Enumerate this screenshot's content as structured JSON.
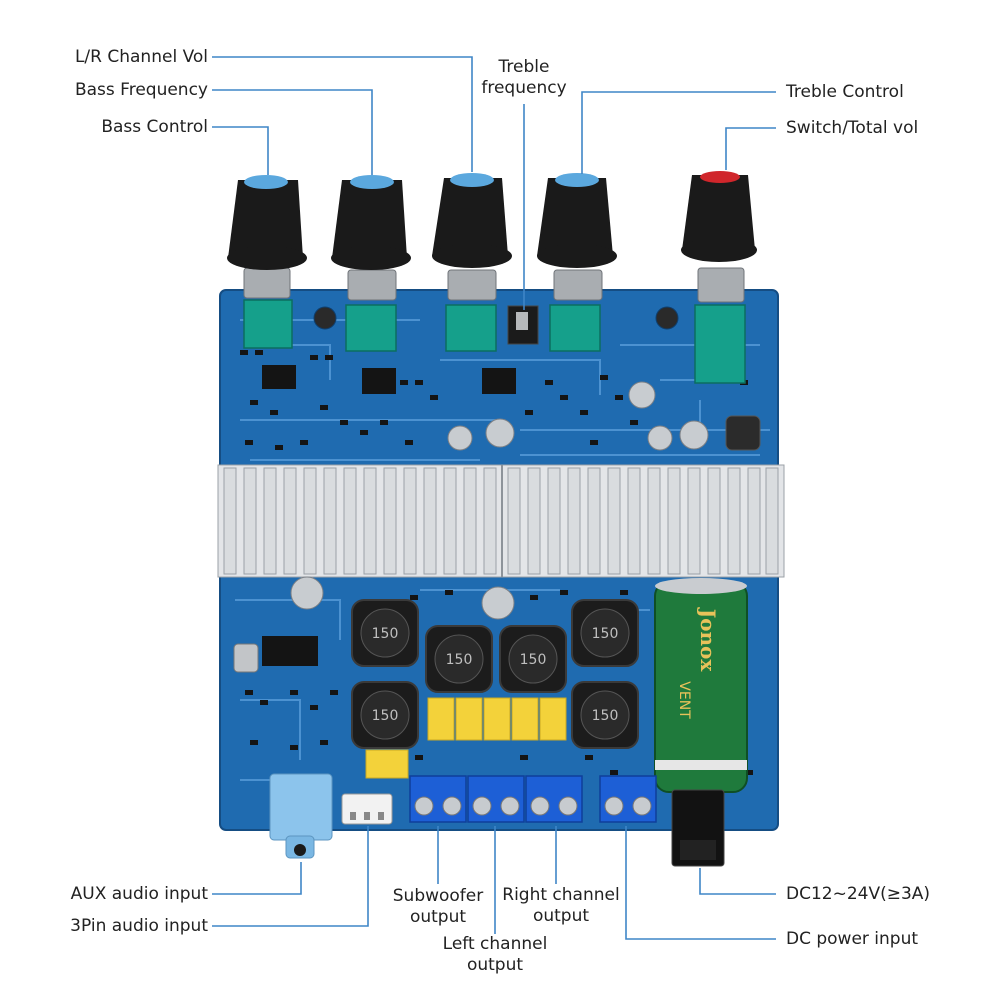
{
  "labels": {
    "lr_channel_vol": "L/R Channel Vol",
    "bass_frequency": "Bass Frequency",
    "bass_control": "Bass Control",
    "treble_frequency_line1": "Treble",
    "treble_frequency_line2": "frequency",
    "treble_control": "Treble Control",
    "switch_total_vol": "Switch/Total vol",
    "aux_audio_input": "AUX audio input",
    "three_pin_audio_input": "3Pin audio input",
    "subwoofer_output_line1": "Subwoofer",
    "subwoofer_output_line2": "output",
    "left_channel_output_line1": "Left channel",
    "left_channel_output_line2": "output",
    "right_channel_output_line1": "Right channel",
    "right_channel_output_line2": "output",
    "dc_voltage": "DC12~24V(≥3A)",
    "dc_power_input": "DC power input"
  },
  "board": {
    "inductor_marking": "150",
    "capacitor_brand": "Jonox",
    "capacitor_series": "VENT"
  },
  "colors": {
    "callout_line": "#3f86c7",
    "pcb": "#1f6bb0",
    "knob_cap": "#5ba8de",
    "power_knob_cap": "#d0262b",
    "terminal": "#1d5fd6",
    "main_capacitor": "#1f7a3c"
  }
}
